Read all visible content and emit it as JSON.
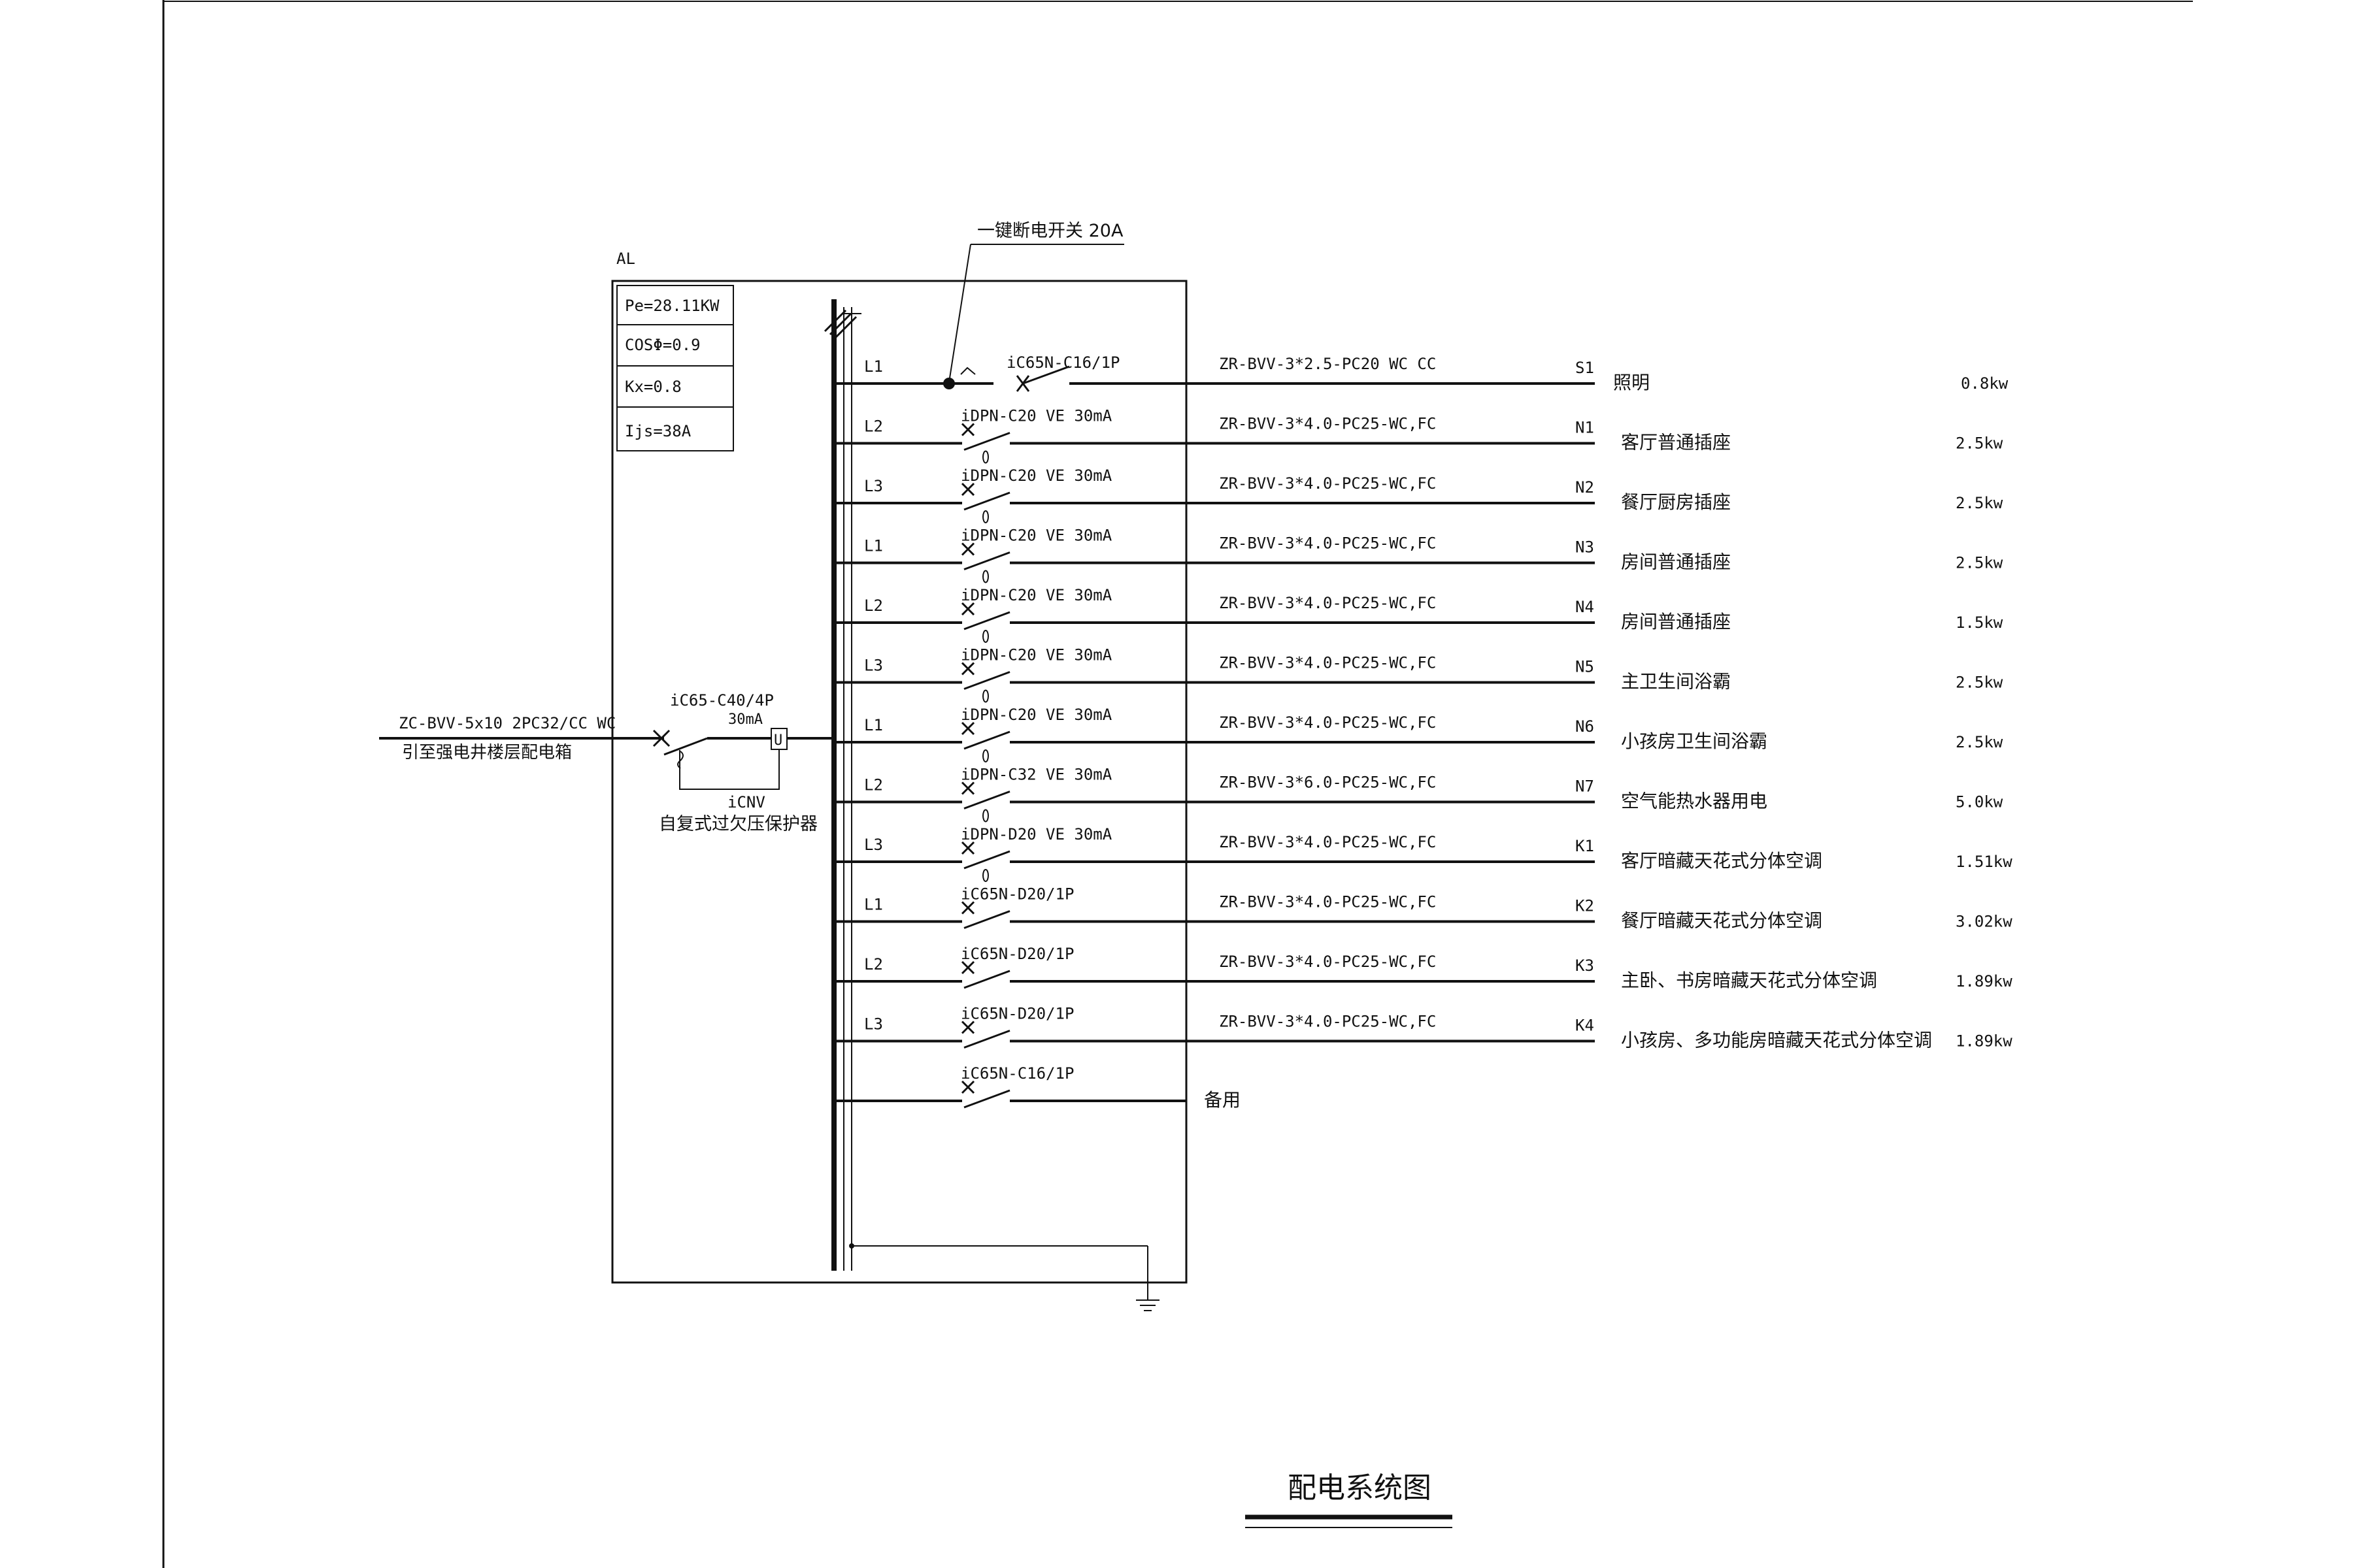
{
  "panel": {
    "name": "AL",
    "params": [
      "Pe=28.11KW",
      "COSΦ=0.9",
      "Kx=0.8",
      "Ijs=38A"
    ]
  },
  "incoming": {
    "cable": "ZC-BVV-5x10  2PC32/CC WC",
    "source": "引至强电井楼层配电箱",
    "breaker": "iC65-C40/4P",
    "rcd": "30mA",
    "protector_model": "iCNV",
    "protector_desc": "自复式过欠压保护器"
  },
  "switch_note": "一键断电开关 20A",
  "circuits": [
    {
      "phase": "L1",
      "breaker": "iC65N-C16/1P",
      "cable": "ZR-BVV-3*2.5-PC20 WC CC",
      "id": "S1",
      "load": "照明",
      "power": "0.8kw"
    },
    {
      "phase": "L2",
      "breaker": "iDPN-C20 VE 30mA",
      "cable": "ZR-BVV-3*4.0-PC25-WC,FC",
      "id": "N1",
      "load": "客厅普通插座",
      "power": "2.5kw"
    },
    {
      "phase": "L3",
      "breaker": "iDPN-C20 VE 30mA",
      "cable": "ZR-BVV-3*4.0-PC25-WC,FC",
      "id": "N2",
      "load": "餐厅厨房插座",
      "power": "2.5kw"
    },
    {
      "phase": "L1",
      "breaker": "iDPN-C20 VE 30mA",
      "cable": "ZR-BVV-3*4.0-PC25-WC,FC",
      "id": "N3",
      "load": "房间普通插座",
      "power": "2.5kw"
    },
    {
      "phase": "L2",
      "breaker": "iDPN-C20 VE 30mA",
      "cable": "ZR-BVV-3*4.0-PC25-WC,FC",
      "id": "N4",
      "load": "房间普通插座",
      "power": "1.5kw"
    },
    {
      "phase": "L3",
      "breaker": "iDPN-C20 VE 30mA",
      "cable": "ZR-BVV-3*4.0-PC25-WC,FC",
      "id": "N5",
      "load": "主卫生间浴霸",
      "power": "2.5kw"
    },
    {
      "phase": "L1",
      "breaker": "iDPN-C20 VE 30mA",
      "cable": "ZR-BVV-3*4.0-PC25-WC,FC",
      "id": "N6",
      "load": "小孩房卫生间浴霸",
      "power": "2.5kw"
    },
    {
      "phase": "L2",
      "breaker": "iDPN-C32 VE 30mA",
      "cable": "ZR-BVV-3*6.0-PC25-WC,FC",
      "id": "N7",
      "load": "空气能热水器用电",
      "power": "5.0kw"
    },
    {
      "phase": "L3",
      "breaker": "iDPN-D20 VE 30mA",
      "cable": "ZR-BVV-3*4.0-PC25-WC,FC",
      "id": "K1",
      "load": "客厅暗藏天花式分体空调",
      "power": "1.51kw"
    },
    {
      "phase": "L1",
      "breaker": "iC65N-D20/1P",
      "cable": "ZR-BVV-3*4.0-PC25-WC,FC",
      "id": "K2",
      "load": "餐厅暗藏天花式分体空调",
      "power": "3.02kw"
    },
    {
      "phase": "L2",
      "breaker": "iC65N-D20/1P",
      "cable": "ZR-BVV-3*4.0-PC25-WC,FC",
      "id": "K3",
      "load": "主卧、书房暗藏天花式分体空调",
      "power": "1.89kw"
    },
    {
      "phase": "L3",
      "breaker": "iC65N-D20/1P",
      "cable": "ZR-BVV-3*4.0-PC25-WC,FC",
      "id": "K4",
      "load": "小孩房、多功能房暗藏天花式分体空调",
      "power": "1.89kw"
    },
    {
      "phase": "",
      "breaker": "iC65N-C16/1P",
      "cable": "",
      "id": "",
      "load": "备用",
      "power": ""
    }
  ],
  "title": "配电系统图"
}
